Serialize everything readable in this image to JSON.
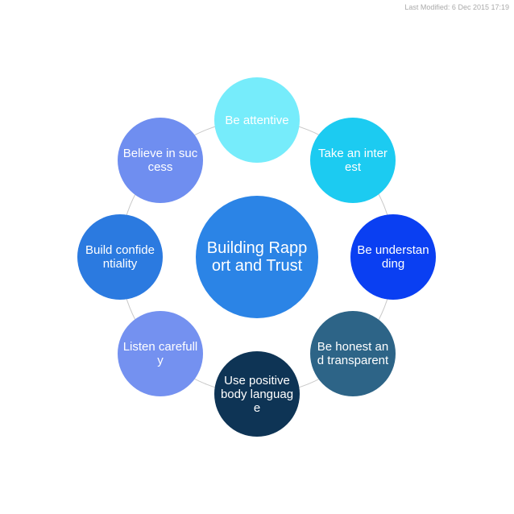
{
  "last_modified": "Last Modified: 6 Dec 2015 17:19",
  "center": {
    "label": "Building Rapport and Trust",
    "color": "#2b84e6"
  },
  "nodes": [
    {
      "label": "Be attentive",
      "color": "#76ecfb"
    },
    {
      "label": "Take an interest",
      "color": "#1ccbf1"
    },
    {
      "label": "Be understanding",
      "color": "#0a3ff2"
    },
    {
      "label": "Be honest and transparent",
      "color": "#2d6487"
    },
    {
      "label": "Use positive body language",
      "color": "#0e3455"
    },
    {
      "label": "Listen carefully",
      "color": "#7491f0"
    },
    {
      "label": "Build confidentiality",
      "color": "#2b7ae0"
    },
    {
      "label": "Believe in success",
      "color": "#6f8ef0"
    }
  ],
  "ring_color": "#c8c8c8"
}
